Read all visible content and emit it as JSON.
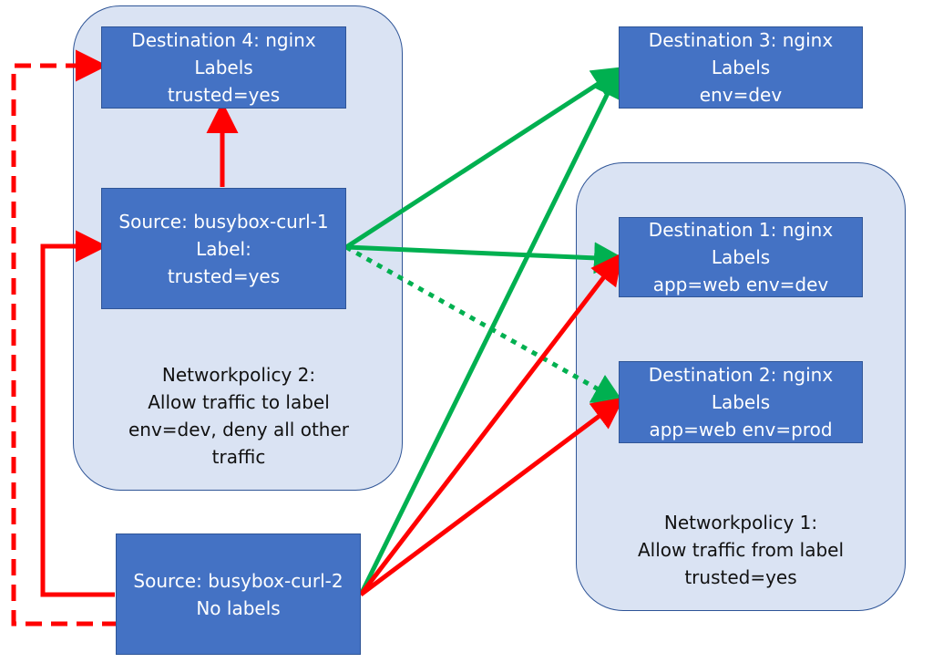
{
  "colors": {
    "allow": "#00b050",
    "deny": "#ff0000",
    "group_fill": "#dae3f3",
    "node_fill": "#4472c4"
  },
  "groups": {
    "left": {
      "caption": [
        "Networkpolicy 2:",
        "Allow traffic to label",
        "env=dev, deny all other",
        "traffic"
      ]
    },
    "right": {
      "caption": [
        "Networkpolicy 1:",
        "Allow traffic from label",
        "trusted=yes"
      ]
    }
  },
  "nodes": {
    "dest4": {
      "lines": [
        "Destination 4: nginx",
        "Labels",
        "trusted=yes"
      ]
    },
    "dest3": {
      "lines": [
        "Destination 3: nginx",
        "Labels",
        "env=dev"
      ]
    },
    "dest1": {
      "lines": [
        "Destination 1: nginx",
        "Labels",
        "app=web env=dev"
      ]
    },
    "dest2": {
      "lines": [
        "Destination 2: nginx",
        "Labels",
        "app=web env=prod"
      ]
    },
    "source1": {
      "lines": [
        "Source: busybox-curl-1",
        "Label:",
        "trusted=yes"
      ]
    },
    "source2": {
      "lines": [
        "Source: busybox-curl-2",
        "No labels"
      ]
    }
  },
  "edges": [
    {
      "from": "source1",
      "to": "dest4",
      "status": "deny",
      "style": "solid"
    },
    {
      "from": "source1",
      "to": "dest3",
      "status": "allow",
      "style": "solid"
    },
    {
      "from": "source1",
      "to": "dest1",
      "status": "allow",
      "style": "solid"
    },
    {
      "from": "source1",
      "to": "dest2",
      "status": "allow",
      "style": "dotted"
    },
    {
      "from": "source2",
      "to": "dest3",
      "status": "allow",
      "style": "solid"
    },
    {
      "from": "source2",
      "to": "dest1",
      "status": "deny",
      "style": "solid"
    },
    {
      "from": "source2",
      "to": "dest2",
      "status": "deny",
      "style": "solid"
    },
    {
      "from": "source2",
      "to": "source1",
      "status": "deny",
      "style": "solid"
    },
    {
      "from": "source2",
      "to": "dest4",
      "status": "deny",
      "style": "dashed"
    }
  ]
}
